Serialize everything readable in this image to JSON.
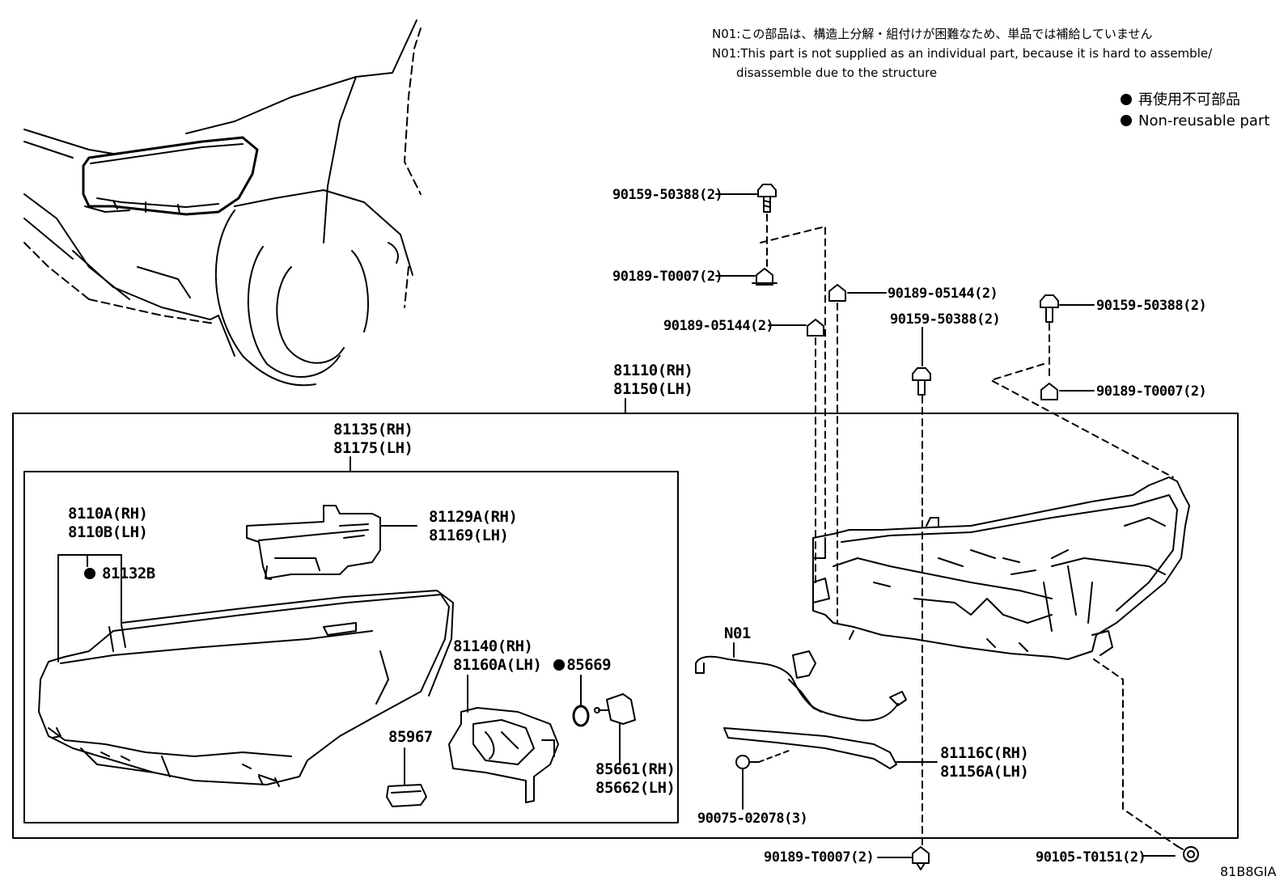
{
  "notes": {
    "n01_jp": "N01:この部品は、構造上分解・組付けが困難なため、単品では補給していません",
    "n01_en_line1": "N01:This part is not supplied as an individual part, because it is hard to assemble/",
    "n01_en_line2": "disassemble due to the structure"
  },
  "legend": {
    "jp": "再使用不可部品",
    "en": "Non-reusable part"
  },
  "labels": {
    "bolt_top_left": "90159-50388(2)",
    "nut_top_left": "90189-T0007(2)",
    "nut_05144_upper": "90189-05144(2)",
    "nut_05144_lower": "90189-05144(2)",
    "bolt_center": "90159-50388(2)",
    "bolt_right": "90159-50388(2)",
    "nut_right": "90189-T0007(2)",
    "assy_rh": "81110(RH)",
    "assy_lh": "81150(LH)",
    "unit_rh": "81135(RH)",
    "unit_lh": "81175(LH)",
    "lens_rh": "8110A(RH)",
    "lens_lh": "8110B(LH)",
    "gasket": "81132B",
    "bracket_rh": "81129A(RH)",
    "bracket_lh": "81169(LH)",
    "reflector_rh": "81140(RH)",
    "reflector_lh": "81160A(LH)",
    "seal": "85669",
    "socket": "85967",
    "actuator_rh": "85661(RH)",
    "actuator_lh": "85662(LH)",
    "wire_n01": "N01",
    "trim_rh": "81116C(RH)",
    "trim_lh": "81156A(LH)",
    "screw": "90075-02078(3)",
    "nut_bottom": "90189-T0007(2)",
    "screw_bottom": "90105-T0151(2)",
    "figure_code": "81B8GIA"
  }
}
